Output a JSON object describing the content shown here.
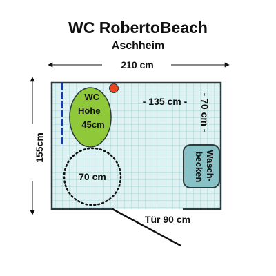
{
  "title": "WC RobertoBeach",
  "subtitle": "Aschheim",
  "dimensions": {
    "width_label": "210 cm",
    "height_label": "155cm",
    "free_width_label": "- 135 cm -",
    "side_label": "- 70 cm -",
    "door_label": "Tür 90 cm",
    "turning_circle_label": "70 cm"
  },
  "toilet": {
    "label_lines": [
      "WC",
      "Höhe",
      "45cm"
    ]
  },
  "sink": {
    "label_lines": [
      "Wasch-",
      "becken"
    ]
  },
  "colors": {
    "floor_tile": "#dff1f1",
    "grid_line": "#a9d5d8",
    "wall": "#2b3a3d",
    "toilet": "#8fc93a",
    "sink": "#89c2c6",
    "grab_bar": "#1a3c9a",
    "flush_button": "#e8451f"
  }
}
